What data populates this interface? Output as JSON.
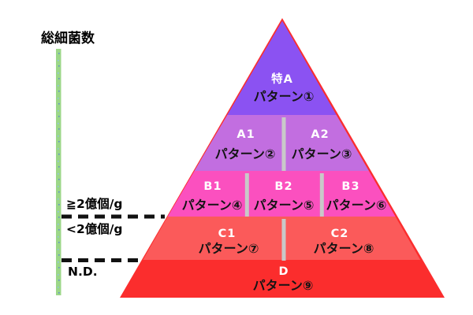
{
  "figure": {
    "axis": {
      "label": "総細菌数",
      "bar_color": "#9cd788",
      "line_color": "#111111",
      "thresholds": [
        {
          "label": "≧2億個/g"
        },
        {
          "label": "<2億個/g"
        },
        {
          "label": "N.D."
        }
      ]
    },
    "pyramid": {
      "divider_color": "#c9c9c9",
      "edge_color": "#fb2d2d",
      "tiers": [
        {
          "level": 1,
          "color": "#8b52f2",
          "cells": [
            {
              "name": "特A",
              "pattern": "パターン①"
            }
          ]
        },
        {
          "level": 2,
          "color": "#c26ee0",
          "cells": [
            {
              "name": "A1",
              "pattern": "パターン②"
            },
            {
              "name": "A2",
              "pattern": "パターン③"
            }
          ]
        },
        {
          "level": 3,
          "color": "#fb50bf",
          "cells": [
            {
              "name": "B1",
              "pattern": "パターン④"
            },
            {
              "name": "B2",
              "pattern": "パターン⑤"
            },
            {
              "name": "B3",
              "pattern": "パターン⑥"
            }
          ]
        },
        {
          "level": 4,
          "color": "#fb5a5a",
          "cells": [
            {
              "name": "C1",
              "pattern": "パターン⑦"
            },
            {
              "name": "C2",
              "pattern": "パターン⑧"
            }
          ]
        },
        {
          "level": 5,
          "color": "#fb2d2d",
          "cells": [
            {
              "name": "D",
              "pattern": "パターン⑨"
            }
          ]
        }
      ]
    }
  }
}
